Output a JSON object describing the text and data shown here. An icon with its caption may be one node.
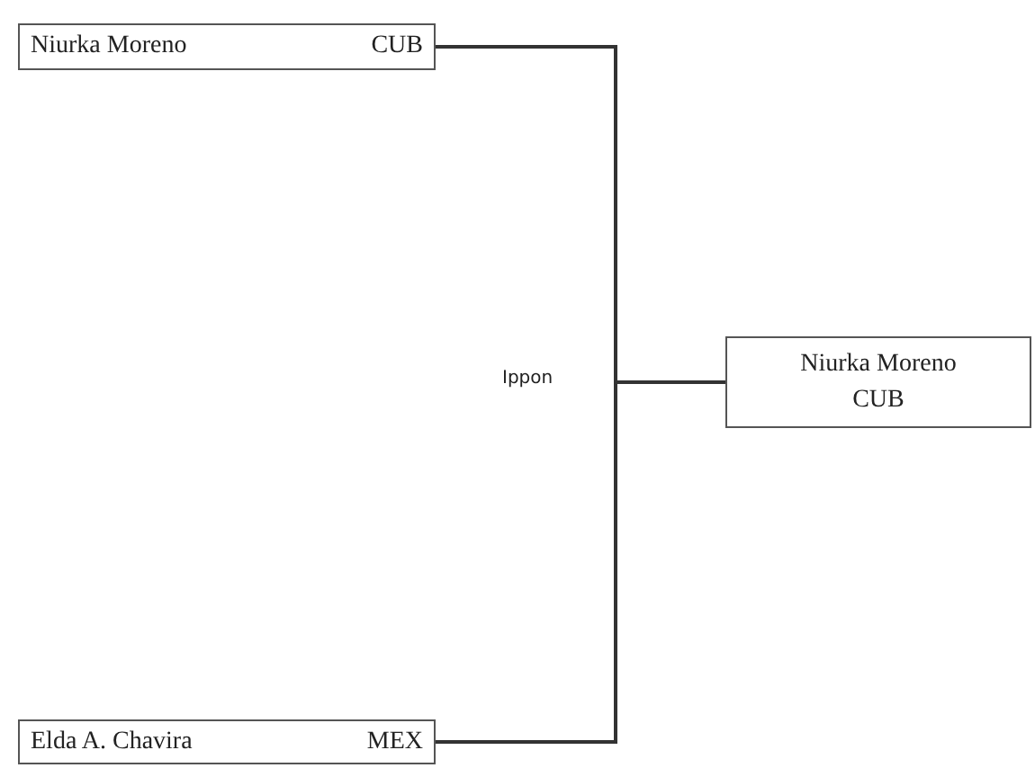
{
  "diagram": {
    "nodes": [
      {
        "text": [
          "Niurka Moreno",
          "CUB"
        ]
      },
      {
        "text": [
          "Elda A. Chavira",
          "MEX"
        ]
      },
      {
        "text": [
          "Niurka Moreno",
          "CUB"
        ]
      }
    ],
    "edges": [
      {
        "from": 0,
        "to": 2,
        "arrow": "none"
      },
      {
        "from": 1,
        "to": 2,
        "arrow": "none"
      }
    ],
    "labels": [
      "Ippon"
    ]
  }
}
